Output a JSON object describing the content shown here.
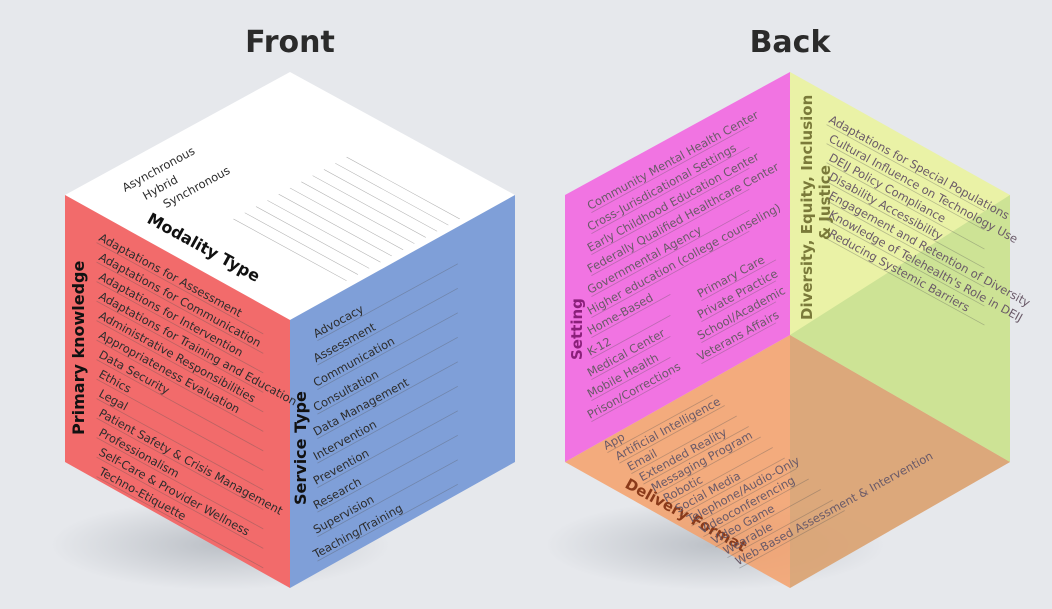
{
  "titles": {
    "front": "Front",
    "back": "Back"
  },
  "colors": {
    "top_face": "#ffffff",
    "left_face": "#f26b6b",
    "right_face": "#7f9fd8",
    "back_setting": "#f25fe0",
    "back_deij": "#eaf39a",
    "back_delivery": "#f4a06a"
  },
  "front": {
    "modality_type": {
      "heading": "Modality Type",
      "items": [
        "Asynchronous",
        "Hybrid",
        "Synchronous"
      ]
    },
    "primary_knowledge": {
      "heading": "Primary knowledge",
      "items": [
        "Adaptations for Assessment",
        "Adaptations for Communication",
        "Adaptations for Intervention",
        "Adaptations for Training and Education",
        "Administrative Responsibilities",
        "Appropriateness Evaluation",
        "Data Security",
        "Ethics",
        "Legal",
        "Patient Safety & Crisis Management",
        "Professionalism",
        "Self-Care & Provider Wellness",
        "Techno-Etiquette"
      ]
    },
    "service_type": {
      "heading": "Service Type",
      "items": [
        "Advocacy",
        "Assessment",
        "Communication",
        "Consultation",
        "Data Management",
        "Intervention",
        "Prevention",
        "Research",
        "Supervision",
        "Teaching/Training"
      ]
    }
  },
  "back": {
    "setting": {
      "heading": "Setting",
      "items_long": [
        "Community Mental Health Center",
        "Cross-Jurisdicational Settings",
        "Early Childhood Education Center",
        "Federally Qualified Healthcare Center",
        "Governmental Agency",
        "Higher education (college counseling)"
      ],
      "items_col1": [
        "Home-Based",
        "K-12",
        "Medical Center",
        "Mobile Health",
        "Prison/Corrections"
      ],
      "items_col2": [
        "Primary Care",
        "Private Practice",
        "School/Academic",
        "Veterans Affairs"
      ]
    },
    "deij": {
      "heading_line1": "Diversity, Equity, Inclusion",
      "heading_line2": "& Justice",
      "items": [
        "Adaptations for Special Populations",
        "Cultural Influence on Technology Use",
        "DEIJ Policy Compliance",
        "Disability Accessibility",
        "Engagement and Retention of Diversity",
        "Knowledge of Telehealth's Role in DEIJ",
        "Reducing Systemic Barriers"
      ]
    },
    "delivery_format": {
      "heading": "Delivery Format",
      "items": [
        "App",
        "Artificial Intelligence",
        "Email",
        "Extended Reality",
        "Messaging Program",
        "Robotic",
        "Social Media",
        "Telephone/Audio-Only",
        "Videoconferencing",
        "Video Game",
        "Wearable",
        "Web-Based Assessment & Intervention"
      ]
    }
  }
}
